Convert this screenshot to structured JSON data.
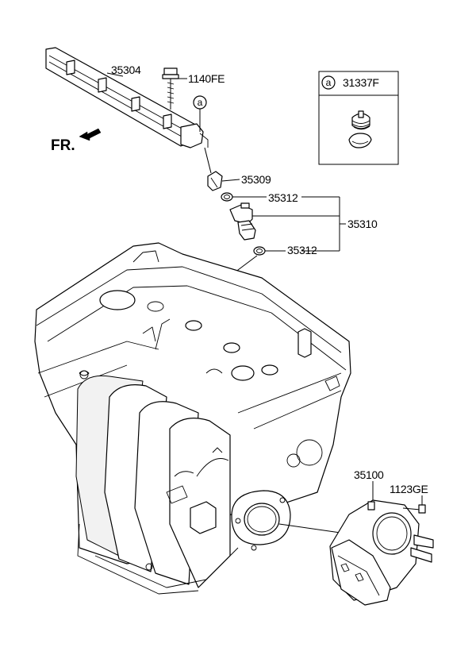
{
  "labels": {
    "fuel_rail": "35304",
    "bolt": "1140FE",
    "injector_clip": "35309",
    "oring_upper": "35312",
    "injector_assy": "35310",
    "oring_lower": "35312",
    "throttle_body": "35100",
    "throttle_bolt": "1123GE",
    "front_marker": "FR."
  },
  "callout": {
    "letter": "a",
    "part_no": "31337F"
  },
  "rail_callout_letter": "a",
  "icons": [
    "fuel-rail",
    "bolt",
    "fuel-injector",
    "o-ring",
    "engine-block",
    "intake-manifold",
    "throttle-body",
    "hose-clamp",
    "front-arrow"
  ]
}
